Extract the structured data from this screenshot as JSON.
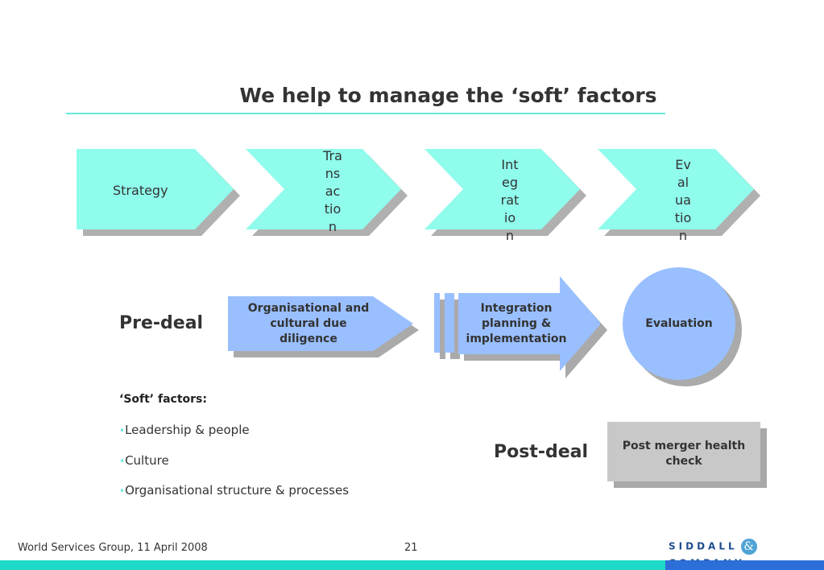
{
  "title": "We help to manage the ‘soft’ factors",
  "phases": [
    {
      "label": "Strategy"
    },
    {
      "label": "Transaction"
    },
    {
      "label": "Integration"
    },
    {
      "label": "Evaluation"
    }
  ],
  "pre_deal": {
    "label": "Pre-deal",
    "items": [
      {
        "label": "Organisational and cultural due diligence"
      },
      {
        "label": "Integration planning & implementation"
      },
      {
        "label": "Evaluation"
      }
    ]
  },
  "soft_factors": {
    "heading": "‘Soft’ factors:",
    "items": [
      "Leadership & people",
      "Culture",
      "Organisational structure &  processes"
    ]
  },
  "post_deal": {
    "label": "Post-deal",
    "box_label": "Post merger health check"
  },
  "footer": {
    "text": "World Services Group, 11 April 2008",
    "page": "21",
    "logo": {
      "left": "SIDDALL",
      "amp": "&",
      "right": "COMPANY"
    }
  },
  "colors": {
    "accent_teal": "#66e8dc",
    "chevron_fill": "#8ffcec",
    "blue_fill": "#99bfff",
    "grey_box": "#c8c8c8"
  }
}
